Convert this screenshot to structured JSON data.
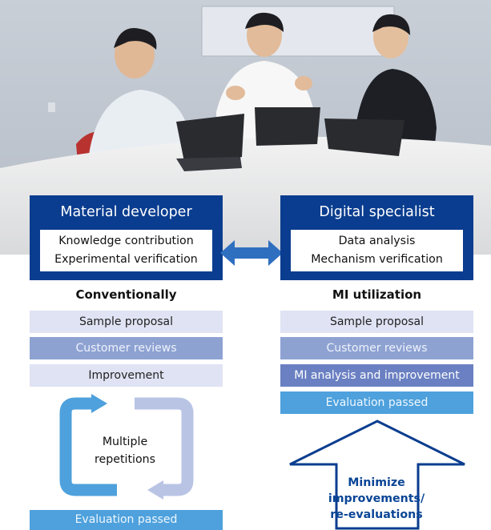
{
  "left_box": {
    "title": "Material developer",
    "line1": "Knowledge contribution",
    "line2": "Experimental verification"
  },
  "right_box": {
    "title": "Digital specialist",
    "line1": "Data analysis",
    "line2": "Mechanism verification"
  },
  "conventional": {
    "heading": "Conventionally",
    "steps": [
      "Sample proposal",
      "Customer reviews",
      "Improvement"
    ],
    "cycle_label_1": "Multiple",
    "cycle_label_2": "repetitions",
    "final": "Evaluation passed"
  },
  "mi": {
    "heading": "MI utilization",
    "steps": [
      "Sample proposal",
      "Customer reviews",
      "MI analysis and improvement",
      "Evaluation passed"
    ],
    "house_line1": "Minimize",
    "house_line2": "improvements/",
    "house_line3": "re-evaluations"
  },
  "colors": {
    "dark_blue": "#0a3d8f",
    "step_light": "#dfe3f3",
    "step_mid": "#8ea2d2",
    "step_dark": "#6a80c2",
    "pass_blue": "#4ea1dc",
    "arrow_blue": "#2f6fc0"
  }
}
